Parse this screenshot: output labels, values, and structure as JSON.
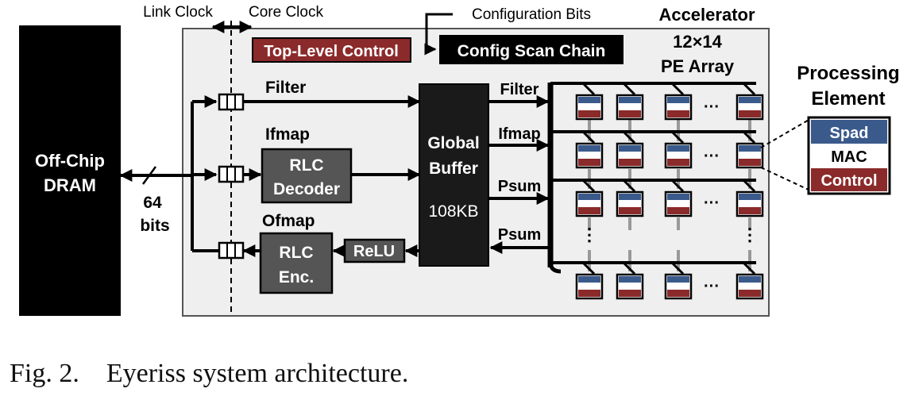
{
  "clocks": {
    "link": "Link Clock",
    "core": "Core Clock"
  },
  "dram": {
    "line1": "Off-Chip",
    "line2": "DRAM"
  },
  "bus": {
    "width": "64",
    "unit": "bits"
  },
  "accelerator": {
    "title": "Accelerator",
    "top_level_control": "Top-Level Control",
    "config_bits": "Configuration Bits",
    "config_scan_chain": "Config Scan Chain",
    "array_size": "12×14",
    "array_name": "PE Array"
  },
  "paths": {
    "filter": "Filter",
    "ifmap": "Ifmap",
    "ofmap": "Ofmap"
  },
  "blocks": {
    "rlc_decoder": {
      "line1": "RLC",
      "line2": "Decoder"
    },
    "rlc_enc": {
      "line1": "RLC",
      "line2": "Enc."
    },
    "relu": "ReLU",
    "global_buffer": {
      "line1": "Global",
      "line2": "Buffer",
      "size": "108KB"
    }
  },
  "array_links": {
    "filter": "Filter",
    "ifmap": "Ifmap",
    "psum_in": "Psum",
    "psum_out": "Psum"
  },
  "processing_element": {
    "title_line1": "Processing",
    "title_line2": "Element",
    "spad": "Spad",
    "mac": "MAC",
    "control": "Control"
  },
  "glyphs": {
    "hdots": "···",
    "vdots": "⋮"
  },
  "colors": {
    "pe_blue": "#3a5a8c",
    "pe_red": "#8b2a2a",
    "top_control_red": "#8b2a2a",
    "block_gray": "#555555",
    "buffer_black": "#1a1a1a",
    "accelerator_bg": "#efefef"
  },
  "caption": "Fig. 2.    Eyeriss system architecture."
}
